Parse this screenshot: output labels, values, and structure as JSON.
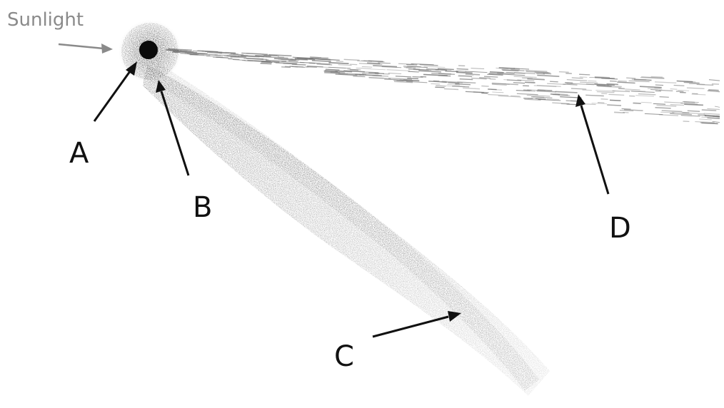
{
  "diagram": {
    "sunlight_label": "Sunlight",
    "labels": {
      "a": "A",
      "b": "B",
      "c": "C",
      "d": "D"
    }
  },
  "colors": {
    "background": "#ffffff",
    "ink": "#111111",
    "sunlight": "#8a8a8a",
    "dust": "#6f6f6f",
    "ion": "#777777"
  }
}
